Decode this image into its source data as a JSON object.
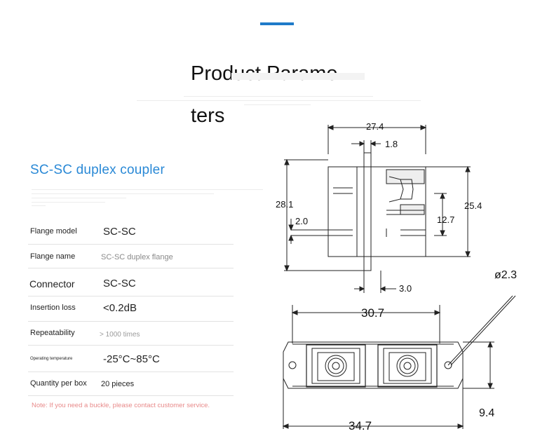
{
  "header": {
    "title_line1": "Product Parame-",
    "title_line2": "ters"
  },
  "product": {
    "name": "SC-SC duplex coupler"
  },
  "params": [
    {
      "label": "Flange model",
      "value": "SC-SC"
    },
    {
      "label": "Flange name",
      "value": "SC-SC duplex flange"
    },
    {
      "label": "Connector",
      "value": "SC-SC"
    },
    {
      "label": "Insertion loss",
      "value": "<0.2dB"
    },
    {
      "label": "Repeatability",
      "value": "> 1000 times"
    },
    {
      "label": "Operating temperature",
      "value": "-25°C~85°C"
    },
    {
      "label": "Quantity per box",
      "value": "20 pieces"
    }
  ],
  "note": "Note: If you need a buckle, please contact customer service.",
  "dimensions": {
    "top_width": "27.4",
    "flange_thickness": "1.8",
    "height_left": "28.1",
    "height_right": "25.4",
    "pin_offset": "2.0",
    "inner_height": "12.7",
    "bottom_gap": "3.0",
    "hole_diameter": "ø2.3",
    "front_width": "30.7",
    "front_height": "9.4",
    "overall_width": "34.7"
  },
  "colors": {
    "accent": "#1f7bc9",
    "subtitle": "#2a89d6",
    "note": "#e88a8a"
  }
}
